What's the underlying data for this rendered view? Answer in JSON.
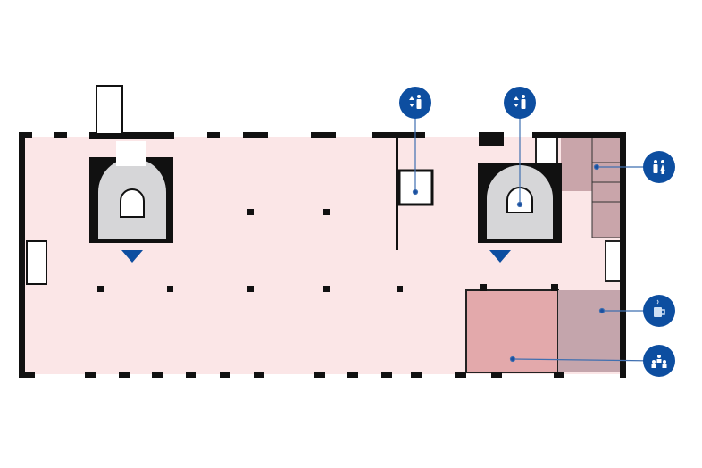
{
  "colors": {
    "floor": "#fbe6e7",
    "wall": "#111111",
    "stair": "#d6d6d8",
    "meeting_room": "#e3a9ab",
    "kitchen": "#c4a5ac",
    "toilets": "#c9a5aa",
    "marker": "#0d4ea0"
  },
  "markers": [
    {
      "icon": "lift-icon",
      "label_key": "lift-1"
    },
    {
      "icon": "lift-icon",
      "label_key": "lift-2"
    },
    {
      "icon": "toilets-icon",
      "label_key": "toilets"
    },
    {
      "icon": "coffee-cup-icon",
      "label_key": "kitchen"
    },
    {
      "icon": "meeting-room-icon",
      "label_key": "meeting-room"
    }
  ],
  "entrances": [
    "entrance-left",
    "entrance-right"
  ]
}
